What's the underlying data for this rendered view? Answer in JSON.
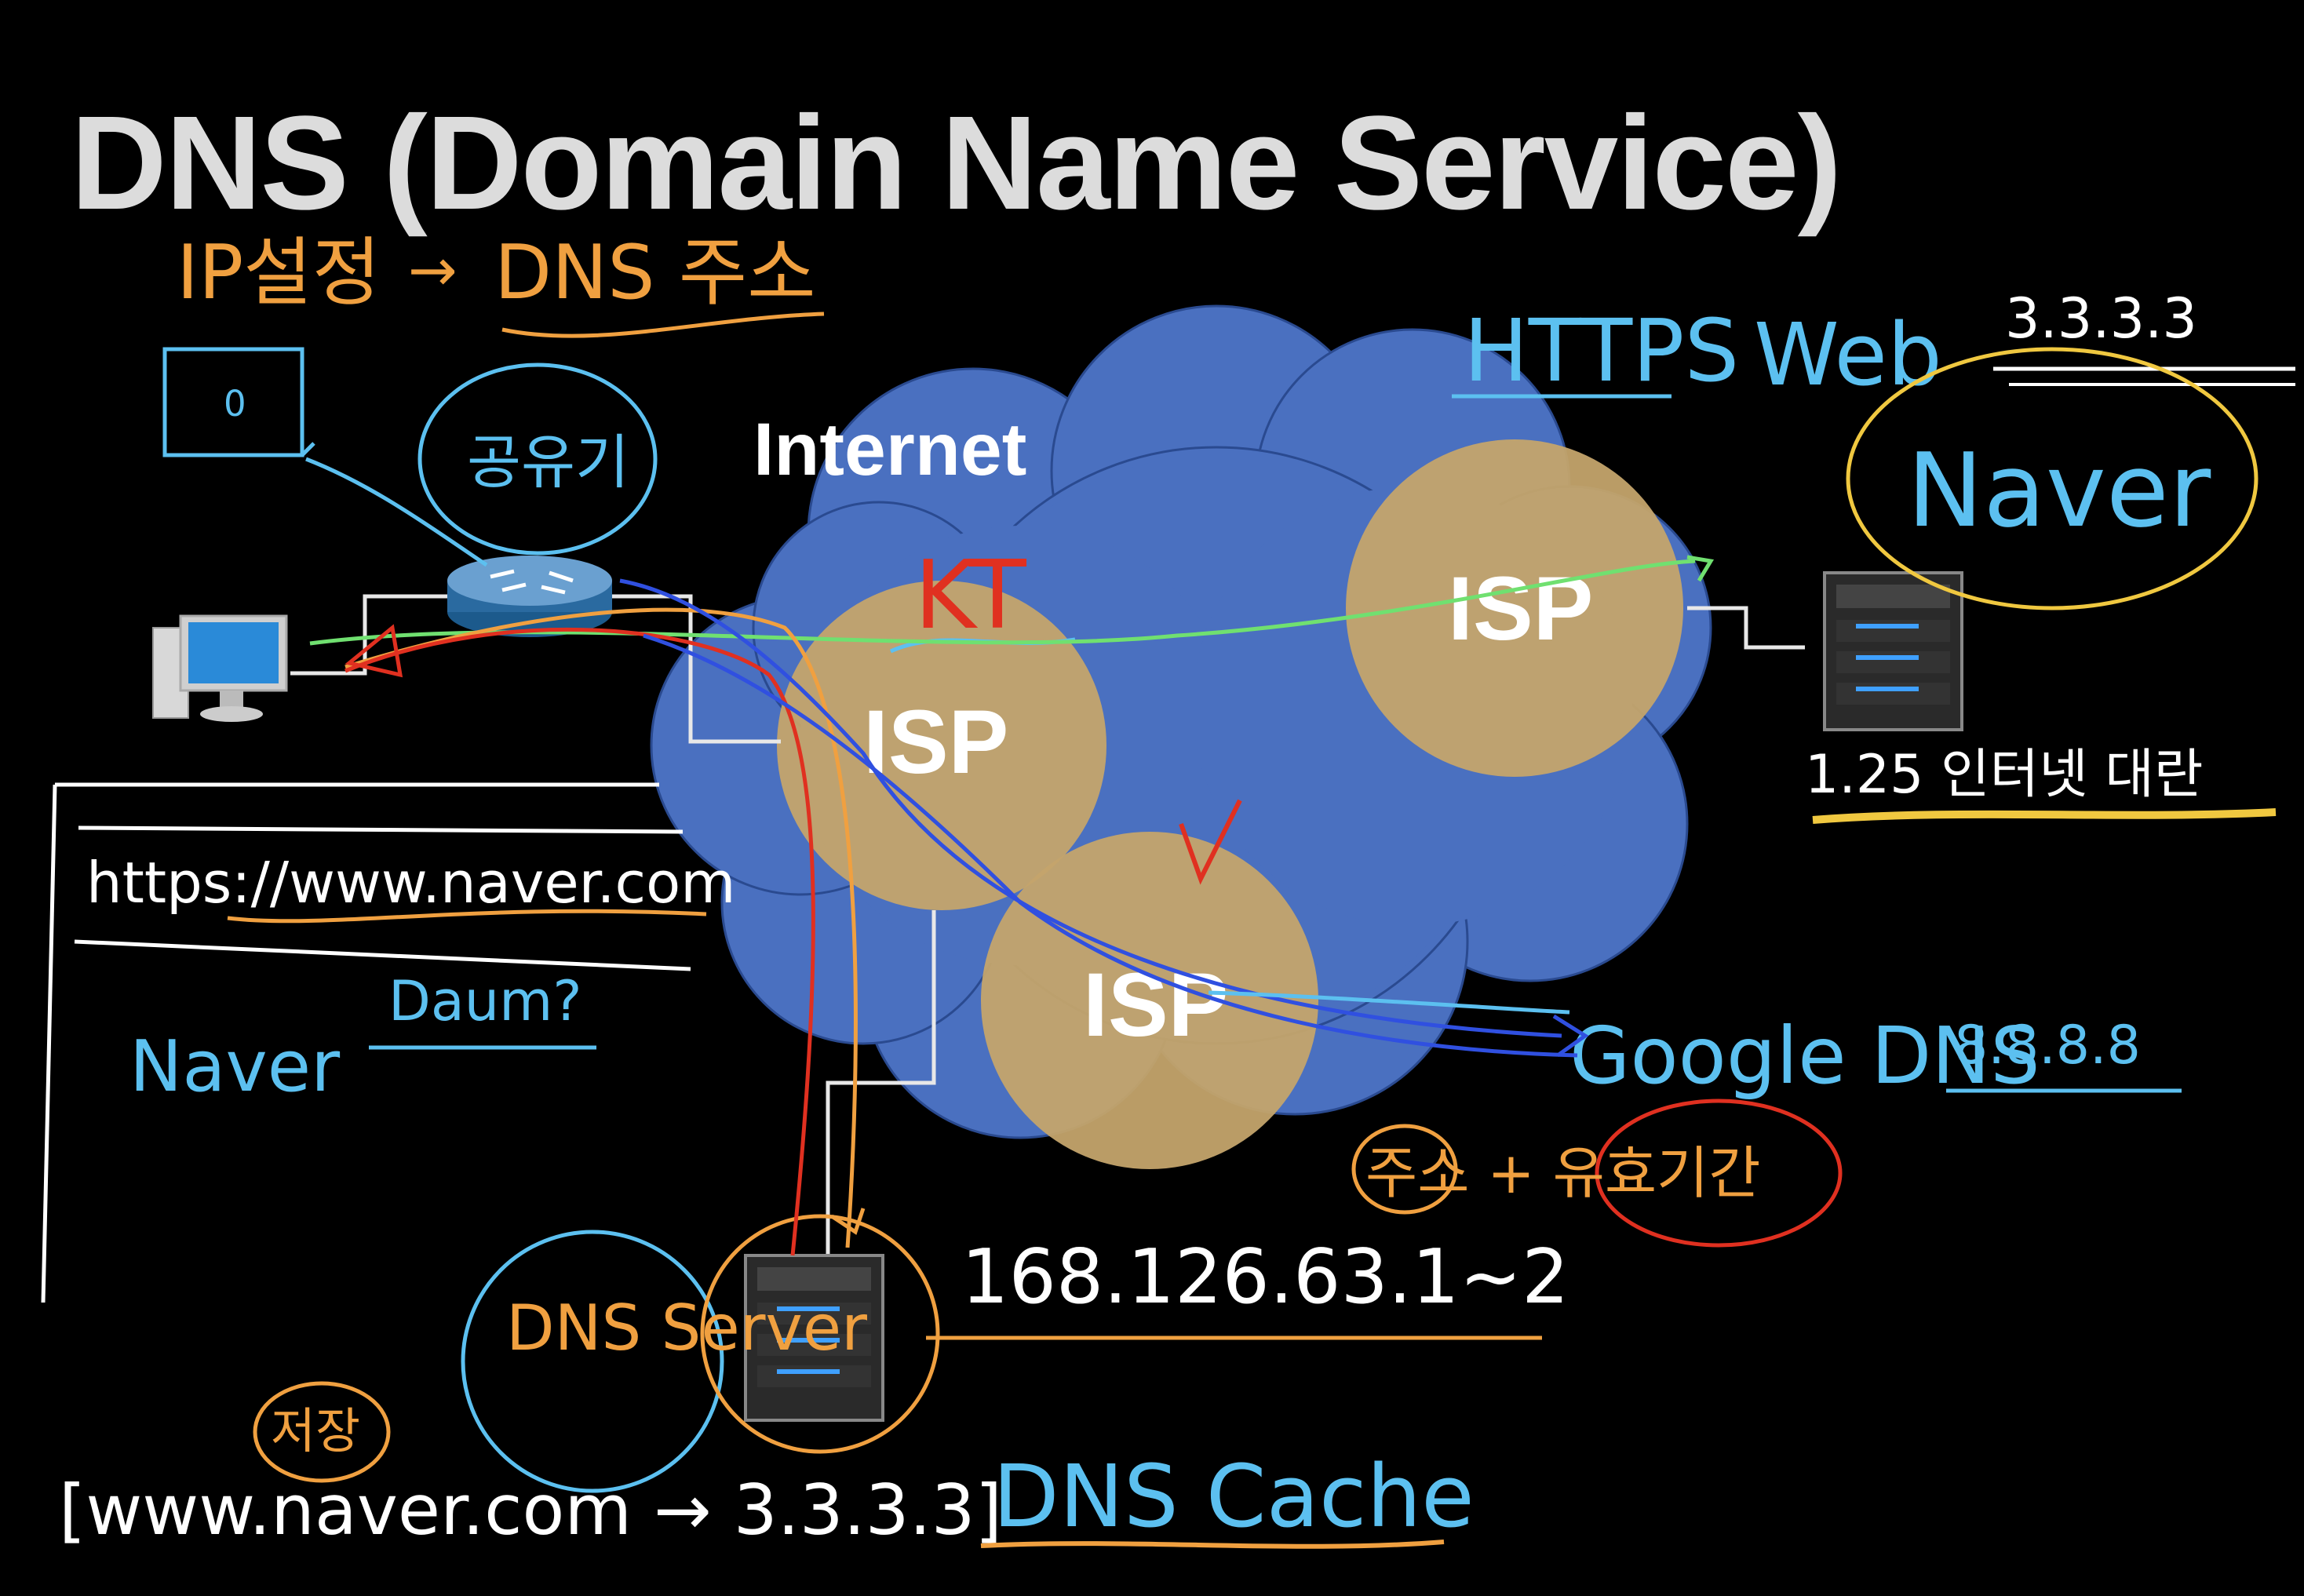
{
  "title": "DNS (Domain Name Service)",
  "diagram": {
    "internet_label": "Internet",
    "isp_labels": [
      "ISP",
      "ISP",
      "ISP"
    ],
    "kt_label": "KT"
  },
  "annotations": {
    "ip_setting": "IP설정",
    "dns_address": "DNS 주소",
    "router_label": "공유기",
    "https_label": "HTTPS",
    "web_label": "Web",
    "naver_server_ip": "3.3.3.3",
    "naver_server_name": "Naver",
    "naver_pop": "1.25 인터넷 대란",
    "url": "https://www.naver.com",
    "naver_text": "Naver",
    "daum_text": "Daum?",
    "google_dns": "Google DNS",
    "google_dns_ip": "8.8.8.8",
    "ttl_note": "주소 + 유효기간",
    "kt_dns_ip": "168.126.63.1~2",
    "dns_server": "DNS Server",
    "mapping": "[www.naver.com → 3.3.3.3]",
    "cache_label": "DNS Cache",
    "save_label": "저장",
    "laptop_mark": "0"
  },
  "colors": {
    "cloud": "#4a70c0",
    "isp": "#c4a46c",
    "orange": "#f0a040",
    "cyan": "#5cc0f0",
    "red": "#e03020",
    "green": "#70e070",
    "yellow": "#f0c840",
    "blue": "#3050e0"
  }
}
